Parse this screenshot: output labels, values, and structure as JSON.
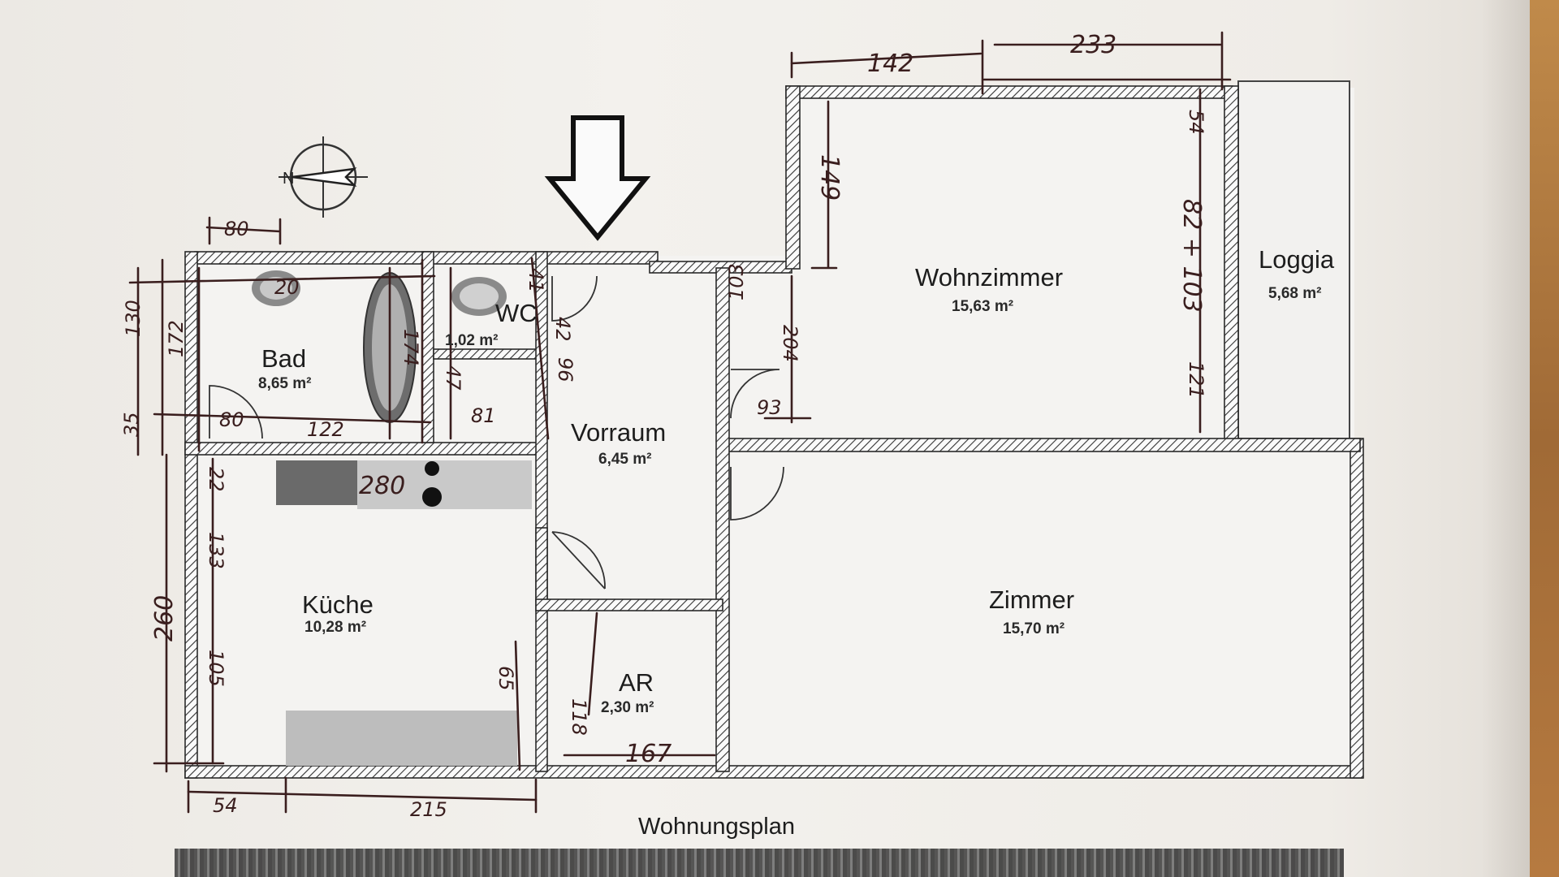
{
  "caption": "Wohnungsplan",
  "rooms": {
    "bad": {
      "name": "Bad",
      "area": "8,65 m²"
    },
    "wc": {
      "name": "WC",
      "area": "1,02 m²"
    },
    "vorraum": {
      "name": "Vorraum",
      "area": "6,45 m²"
    },
    "kueche": {
      "name": "Küche",
      "area": "10,28 m²"
    },
    "ar": {
      "name": "AR",
      "area": "2,30 m²"
    },
    "wohnzimmer": {
      "name": "Wohnzimmer",
      "area": "15,63 m²"
    },
    "zimmer": {
      "name": "Zimmer",
      "area": "15,70 m²"
    },
    "loggia": {
      "name": "Loggia",
      "area": "5,68 m²"
    }
  },
  "compass": {
    "letter": "N"
  },
  "dimensions": {
    "top_left": "142",
    "top_right": "233",
    "wz_left": "149",
    "wz_right": "54",
    "wz_right_mid": "82 + 103",
    "wz_right_low": "121",
    "door_wz_a": "103",
    "door_wz_b": "204",
    "door_wz_c": "93",
    "bad_top": "80",
    "bad_fixture": "20",
    "bad_left_a": "130",
    "bad_left_b": "172",
    "bad_left_c": "35",
    "bad_door": "80",
    "bad_bottom": "122",
    "tub": "174",
    "wc_a": "41",
    "wc_b": "42",
    "wc_c": "47",
    "wc_d": "81",
    "wc_e": "96",
    "kitchen_counter": "280",
    "kitchen_left_a": "22",
    "kitchen_left_b": "133",
    "kitchen_left_c": "260",
    "kitchen_left_d": "105",
    "kitchen_right": "65",
    "kitchen_bottom_a": "54",
    "kitchen_bottom_b": "215",
    "ar_vertical": "118",
    "ar_bottom": "167"
  }
}
